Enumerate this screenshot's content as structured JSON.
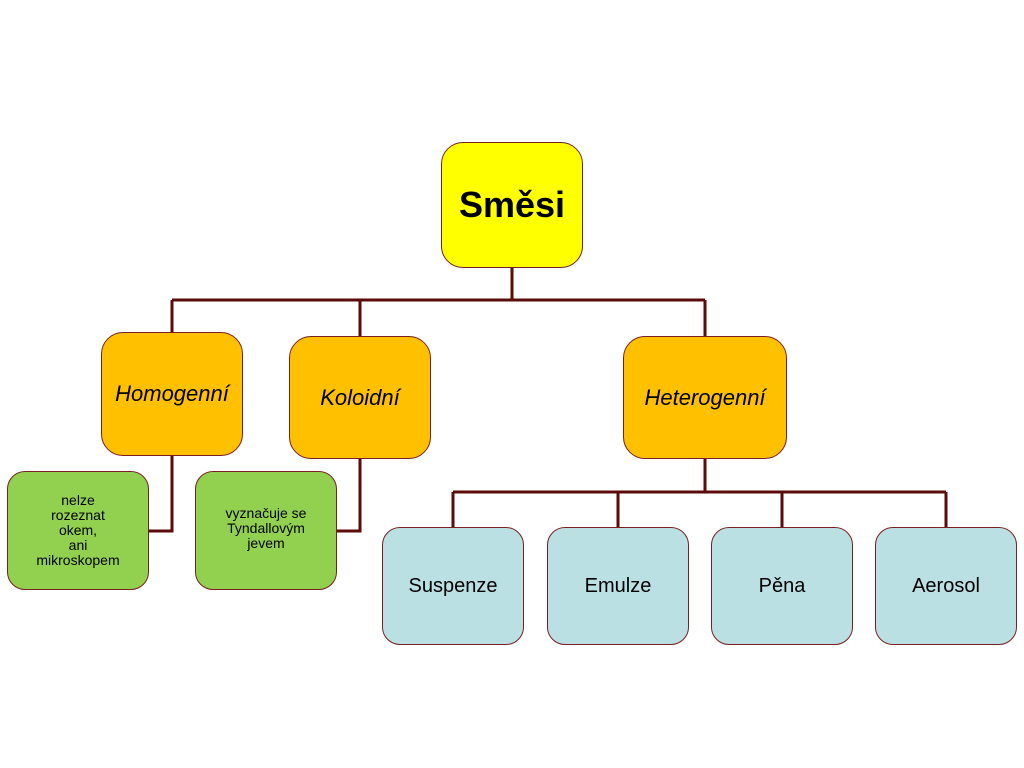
{
  "colors": {
    "root_fill": "#ffff00",
    "category_fill": "#ffc000",
    "note_fill": "#92d050",
    "type_fill": "#bbe0e3",
    "border": "#7a1f1f",
    "connector": "#5c0a0a"
  },
  "root": {
    "label": "Směsi"
  },
  "categories": [
    {
      "id": "homogenni",
      "label": "Homogenní"
    },
    {
      "id": "koloidni",
      "label": "Koloidní"
    },
    {
      "id": "heterogenni",
      "label": "Heterogenní"
    }
  ],
  "notes": {
    "homogenni": [
      "nelze",
      "rozeznat",
      "okem,",
      "ani",
      "mikroskopem"
    ],
    "koloidni": [
      "vyznačuje se",
      "Tyndallovým",
      "jevem"
    ]
  },
  "heterogenni_types": [
    "Suspenze",
    "Emulze",
    "Pěna",
    "Aerosol"
  ]
}
